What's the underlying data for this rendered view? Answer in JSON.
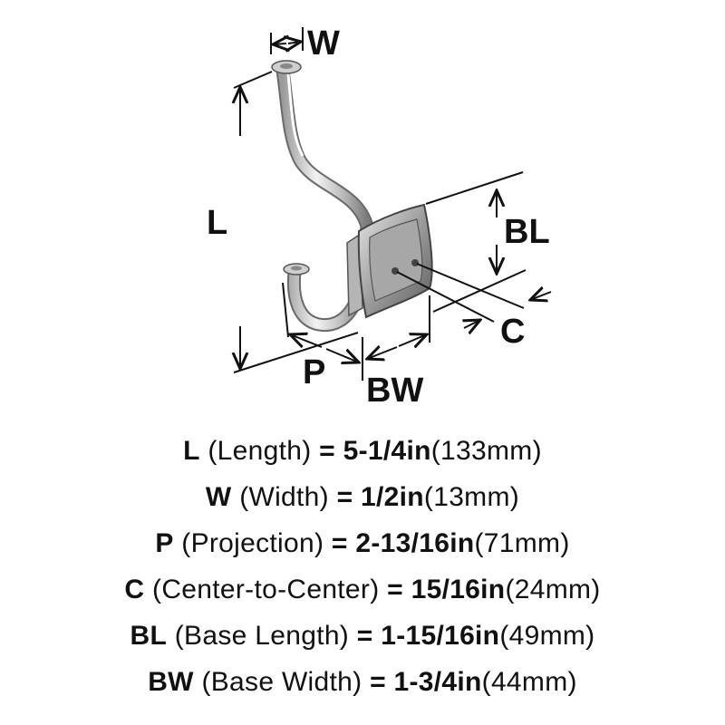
{
  "diagram": {
    "labels": {
      "W": "W",
      "L": "L",
      "BL": "BL",
      "C": "C",
      "P": "P",
      "BW": "BW"
    }
  },
  "specs": [
    {
      "code": "L",
      "name": "(Length)",
      "value": "= 5-1/4in",
      "metric": "(133mm)"
    },
    {
      "code": "W",
      "name": "(Width)",
      "value": "= 1/2in",
      "metric": "(13mm)"
    },
    {
      "code": "P",
      "name": "(Projection)",
      "value": "= 2-13/16in",
      "metric": "(71mm)"
    },
    {
      "code": "C",
      "name": "(Center-to-Center)",
      "value": "= 15/16in",
      "metric": "(24mm)"
    },
    {
      "code": "BL",
      "name": "(Base Length)",
      "value": "= 1-15/16in",
      "metric": "(49mm)"
    },
    {
      "code": "BW",
      "name": "(Base Width)",
      "value": "= 1-3/4in",
      "metric": "(44mm)"
    }
  ]
}
